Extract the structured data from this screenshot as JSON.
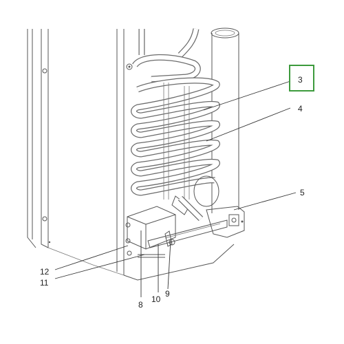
{
  "diagram": {
    "highlight_color": "#3c9a3c",
    "highlighted_callout": "3",
    "callouts": [
      {
        "id": "3",
        "label": "3"
      },
      {
        "id": "4",
        "label": "4"
      },
      {
        "id": "5",
        "label": "5"
      },
      {
        "id": "8",
        "label": "8"
      },
      {
        "id": "9",
        "label": "9"
      },
      {
        "id": "10",
        "label": "10"
      },
      {
        "id": "11",
        "label": "11"
      },
      {
        "id": "12",
        "label": "12"
      }
    ]
  }
}
